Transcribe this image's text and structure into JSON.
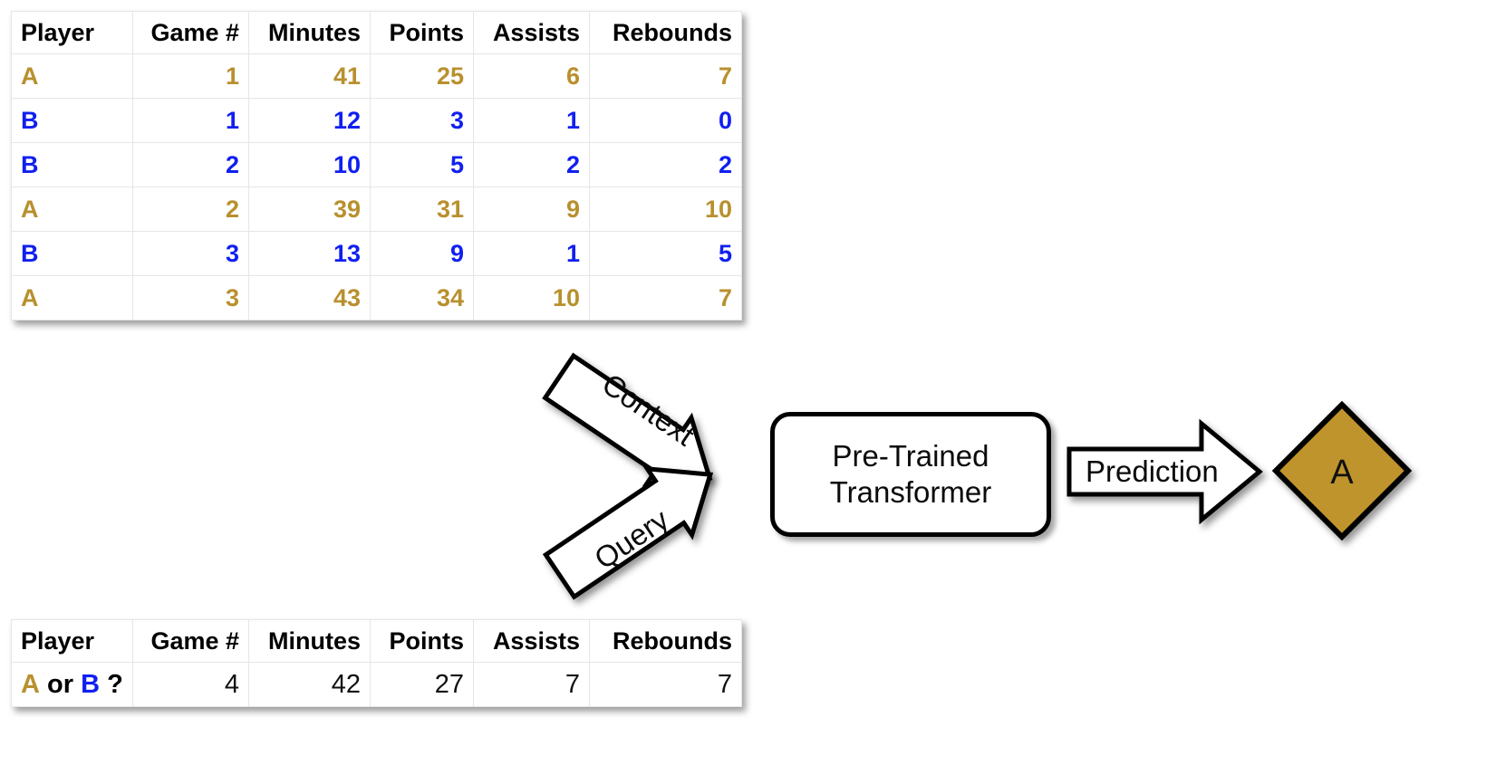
{
  "colors": {
    "player_a": "#b8902e",
    "player_b": "#1020f0",
    "diamond_fill": "#c0942c",
    "stroke": "#000000",
    "background": "#ffffff"
  },
  "context_table": {
    "name": "context-table",
    "columns": [
      "Player",
      "Game #",
      "Minutes",
      "Points",
      "Assists",
      "Rebounds"
    ],
    "rows": [
      {
        "player": "A",
        "color": "gold",
        "game": "1",
        "minutes": "41",
        "points": "25",
        "assists": "6",
        "rebounds": "7"
      },
      {
        "player": "B",
        "color": "blue",
        "game": "1",
        "minutes": "12",
        "points": "3",
        "assists": "1",
        "rebounds": "0"
      },
      {
        "player": "B",
        "color": "blue",
        "game": "2",
        "minutes": "10",
        "points": "5",
        "assists": "2",
        "rebounds": "2"
      },
      {
        "player": "A",
        "color": "gold",
        "game": "2",
        "minutes": "39",
        "points": "31",
        "assists": "9",
        "rebounds": "10"
      },
      {
        "player": "B",
        "color": "blue",
        "game": "3",
        "minutes": "13",
        "points": "9",
        "assists": "1",
        "rebounds": "5"
      },
      {
        "player": "A",
        "color": "gold",
        "game": "3",
        "minutes": "43",
        "points": "34",
        "assists": "10",
        "rebounds": "7"
      }
    ]
  },
  "query_table": {
    "name": "query-table",
    "columns": [
      "Player",
      "Game #",
      "Minutes",
      "Points",
      "Assists",
      "Rebounds"
    ],
    "row": {
      "player_a": "A",
      "player_or": "or",
      "player_b": "B",
      "player_q": "?",
      "game": "4",
      "minutes": "42",
      "points": "27",
      "assists": "7",
      "rebounds": "7"
    }
  },
  "diagram": {
    "context_arrow_label": "Context",
    "query_arrow_label": "Query",
    "transformer_label": "Pre-Trained\nTransformer",
    "prediction_arrow_label": "Prediction",
    "prediction_value": "A"
  }
}
